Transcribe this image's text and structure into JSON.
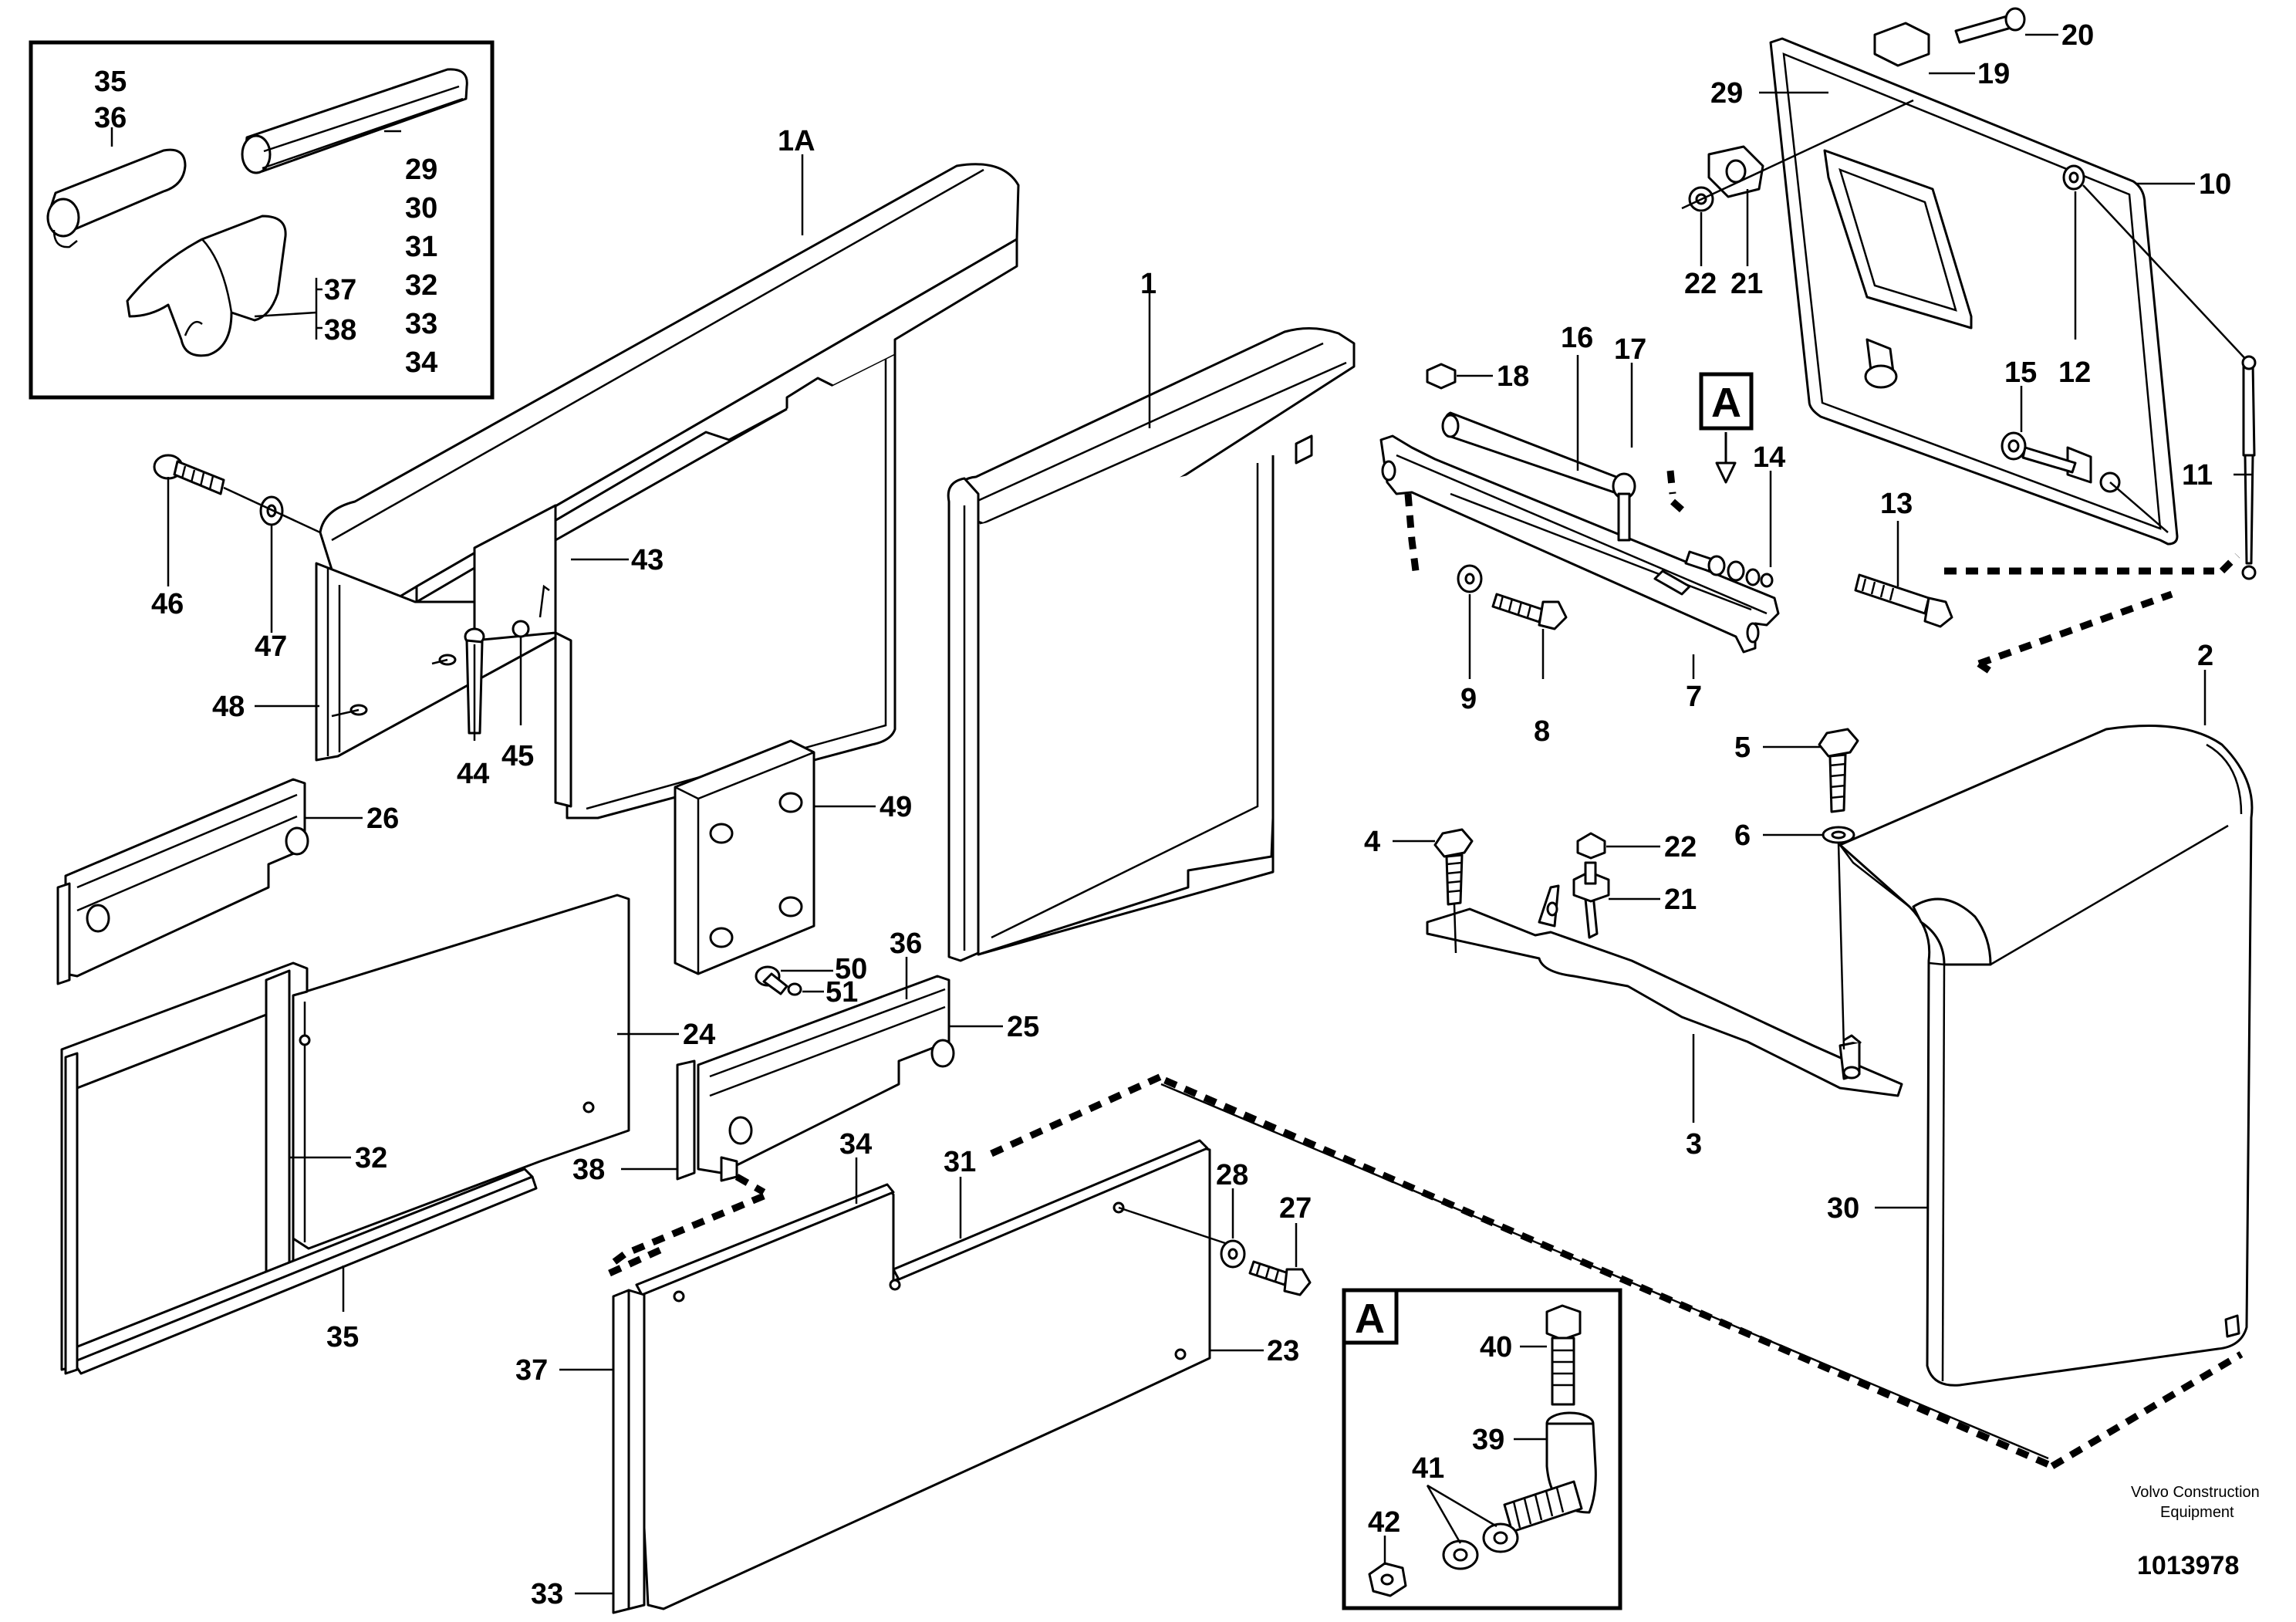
{
  "labels": {
    "l35a": "35",
    "l36a": "36",
    "l29a": "29",
    "l30a": "30",
    "l31a": "31",
    "l32a": "32",
    "l33a": "33",
    "l34a": "34",
    "l37a": "37",
    "l38a": "38",
    "l1A": "1A",
    "l1": "1",
    "l46": "46",
    "l47": "47",
    "l48": "48",
    "l43": "43",
    "l44": "44",
    "l45": "45",
    "l49": "49",
    "l50": "50",
    "l51": "51",
    "l26": "26",
    "l24": "24",
    "l32": "32",
    "l35": "35",
    "l36": "36",
    "l25": "25",
    "l38": "38",
    "l34": "34",
    "l31": "31",
    "l28": "28",
    "l27": "27",
    "l23": "23",
    "l37": "37",
    "l33": "33",
    "l18": "18",
    "l16": "16",
    "l17": "17",
    "lA1": "A",
    "l14": "14",
    "l13": "13",
    "l9": "9",
    "l8": "8",
    "l7": "7",
    "l20": "20",
    "l19": "19",
    "l29": "29",
    "l10": "10",
    "l22a": "22",
    "l21a": "21",
    "l15": "15",
    "l12": "12",
    "l11": "11",
    "l2": "2",
    "l5": "5",
    "l6": "6",
    "l4": "4",
    "l22": "22",
    "l21": "21",
    "l3": "3",
    "l30": "30",
    "lA2": "A",
    "l40": "40",
    "l39": "39",
    "l41": "41",
    "l42": "42"
  },
  "caption": {
    "line1": "Volvo Construction",
    "line2": "Equipment",
    "number": "1013978"
  }
}
